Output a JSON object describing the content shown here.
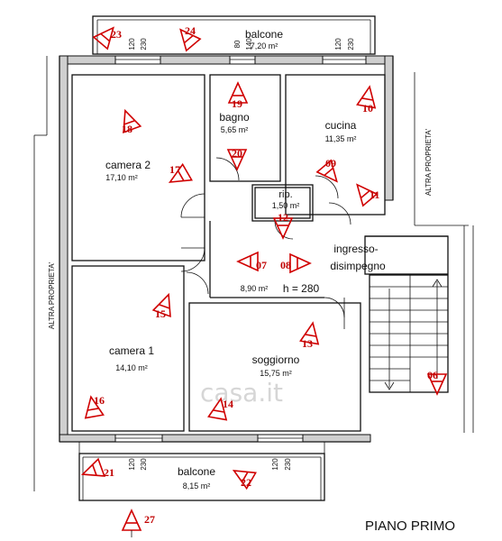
{
  "title": "PIANO PRIMO",
  "watermark": "casa.it",
  "neighbors": {
    "right": "ALTRA PROPRIETA'",
    "left": "ALTRA PROPRIETA'"
  },
  "height_label": "h = 280",
  "rooms": {
    "balcone_top": {
      "name": "balcone",
      "area": "7,20 m²"
    },
    "bagno": {
      "name": "bagno",
      "area": "5,65 m²"
    },
    "cucina": {
      "name": "cucina",
      "area": "11,35 m²"
    },
    "camera2": {
      "name": "camera 2",
      "area": "17,10 m²"
    },
    "rip": {
      "name": "rip.",
      "area": "1,50 m²"
    },
    "ingresso": {
      "name": "ingresso-",
      "name2": "disimpegno",
      "area": "8,90 m²"
    },
    "camera1": {
      "name": "camera 1",
      "area": "14,10 m²"
    },
    "soggiorno": {
      "name": "soggiorno",
      "area": "15,75 m²"
    },
    "balcone_bottom": {
      "name": "balcone",
      "area": "8,15 m²"
    }
  },
  "window_dims": {
    "top_left": [
      "120",
      "230"
    ],
    "top_bagno": [
      "80",
      "140"
    ],
    "top_right": [
      "120",
      "230"
    ],
    "bottom_left": [
      "120",
      "230"
    ],
    "bottom_right": [
      "120",
      "230"
    ]
  },
  "markers": [
    "23",
    "24",
    "19",
    "10",
    "18",
    "17",
    "20",
    "09",
    "11",
    "12",
    "07",
    "08",
    "15",
    "13",
    "16",
    "14",
    "06",
    "21",
    "22",
    "27"
  ]
}
